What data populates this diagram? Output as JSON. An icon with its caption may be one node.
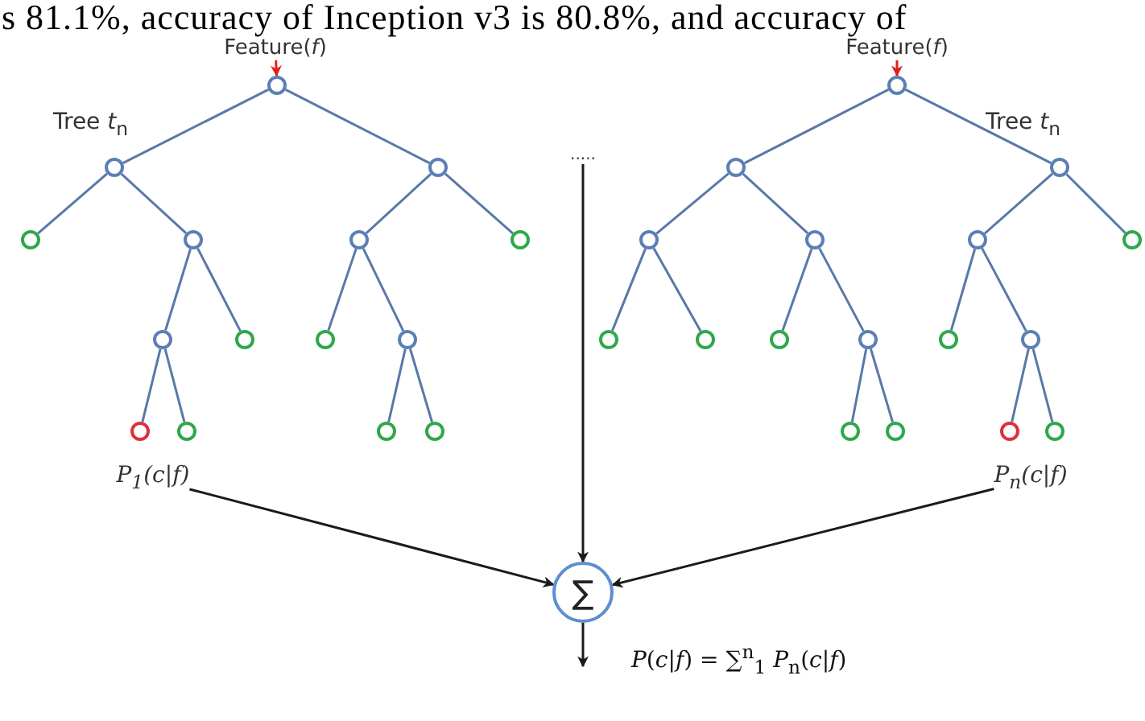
{
  "diagram": {
    "nodes": [
      {
        "text": [
          "Feature(*f*)"
        ]
      },
      {
        "text": [
          "Feature(*f*)"
        ]
      },
      {
        "text": [],
        "shape": "circle"
      },
      {
        "text": [],
        "shape": "circle"
      },
      {
        "text": [],
        "shape": "circle"
      },
      {
        "text": [],
        "shape": "circle"
      },
      {
        "text": [],
        "shape": "circle"
      },
      {
        "text": [],
        "shape": "circle"
      },
      {
        "text": [],
        "shape": "circle"
      },
      {
        "text": [],
        "shape": "circle"
      },
      {
        "text": [],
        "shape": "circle"
      },
      {
        "text": [],
        "shape": "circle"
      },
      {
        "text": [],
        "shape": "circle"
      },
      {
        "text": [],
        "shape": "circle"
      },
      {
        "text": [],
        "shape": "circle"
      },
      {
        "text": [],
        "shape": "circle"
      },
      {
        "text": [],
        "shape": "circle"
      },
      {
        "text": [],
        "shape": "circle"
      },
      {
        "text": [],
        "shape": "circle"
      },
      {
        "text": [],
        "shape": "circle"
      },
      {
        "text": [],
        "shape": "circle"
      },
      {
        "text": [],
        "shape": "circle"
      },
      {
        "text": [],
        "shape": "circle"
      },
      {
        "text": [],
        "shape": "circle"
      },
      {
        "text": [],
        "shape": "circle"
      },
      {
        "text": [],
        "shape": "circle"
      },
      {
        "text": [],
        "shape": "circle"
      },
      {
        "text": [],
        "shape": "circle"
      },
      {
        "text": [],
        "shape": "circle"
      },
      {
        "text": [],
        "shape": "circle"
      },
      {
        "text": [],
        "shape": "circle"
      },
      {
        "text": [],
        "shape": "circle"
      },
      {
        "text": [],
        "shape": "circle"
      },
      {
        "text": [],
        "shape": "circle"
      },
      {
        "text": [
          "....."
        ]
      },
      {
        "text": [
          "P$_{1}$(c|f)"
        ]
      },
      {
        "text": [
          "P$_{n}$(c|f)"
        ]
      },
      {
        "text": [
          "∑"
        ]
      }
    ],
    "edges": [
      {
        "from": 0,
        "to": 2,
        "arrow": "to",
        "color": "#e02020"
      },
      {
        "from": 1,
        "to": 17,
        "arrow": "to",
        "color": "#e02020"
      },
      {
        "from": 2,
        "to": 3,
        "arrow": "none"
      },
      {
        "from": 2,
        "to": 4,
        "arrow": "none"
      },
      {
        "from": 3,
        "to": 5,
        "arrow": "none"
      },
      {
        "from": 3,
        "to": 6,
        "arrow": "none"
      },
      {
        "from": 4,
        "to": 7,
        "arrow": "none"
      },
      {
        "from": 4,
        "to": 8,
        "arrow": "none"
      },
      {
        "from": 6,
        "to": 9,
        "arrow": "none"
      },
      {
        "from": 6,
        "to": 10,
        "arrow": "none"
      },
      {
        "from": 7,
        "to": 11,
        "arrow": "none"
      },
      {
        "from": 7,
        "to": 12,
        "arrow": "none"
      },
      {
        "from": 9,
        "to": 13,
        "arrow": "none"
      },
      {
        "from": 9,
        "to": 14,
        "arrow": "none"
      },
      {
        "from": 12,
        "to": 15,
        "arrow": "none"
      },
      {
        "from": 12,
        "to": 16,
        "arrow": "none"
      },
      {
        "from": 17,
        "to": 18,
        "arrow": "none"
      },
      {
        "from": 17,
        "to": 19,
        "arrow": "none"
      },
      {
        "from": 18,
        "to": 20,
        "arrow": "none"
      },
      {
        "from": 18,
        "to": 21,
        "arrow": "none"
      },
      {
        "from": 19,
        "to": 22,
        "arrow": "none"
      },
      {
        "from": 19,
        "to": 23,
        "arrow": "none"
      },
      {
        "from": 20,
        "to": 24,
        "arrow": "none"
      },
      {
        "from": 20,
        "to": 25,
        "arrow": "none"
      },
      {
        "from": 21,
        "to": 26,
        "arrow": "none"
      },
      {
        "from": 21,
        "to": 27,
        "arrow": "none"
      },
      {
        "from": 22,
        "to": 28,
        "arrow": "none"
      },
      {
        "from": 22,
        "to": 29,
        "arrow": "none"
      },
      {
        "from": 27,
        "to": 30,
        "arrow": "none"
      },
      {
        "from": 27,
        "to": 31,
        "arrow": "none"
      },
      {
        "from": 29,
        "to": 32,
        "arrow": "none"
      },
      {
        "from": 29,
        "to": 33,
        "arrow": "none"
      },
      {
        "from": 34,
        "to": 37,
        "arrow": "to",
        "color": "#1a1a1a"
      },
      {
        "from": 35,
        "to": 37,
        "arrow": "to",
        "color": "#1a1a1a"
      },
      {
        "from": 36,
        "to": 37,
        "arrow": "to",
        "color": "#1a1a1a"
      },
      {
        "from": 37,
        "to": null,
        "arrow": "to",
        "color": "#1a1a1a"
      }
    ],
    "labels": [
      "s 81.1%, accuracy of Inception v3 is 80.8%, and accuracy of",
      "Tree *t*$_{n}$",
      "Tree *t*$_{n}$",
      "*P*(*c*|*f*) = ∑$^{n}$$_{1}$ *P*$_{n}$(*c*|*f*)"
    ]
  }
}
